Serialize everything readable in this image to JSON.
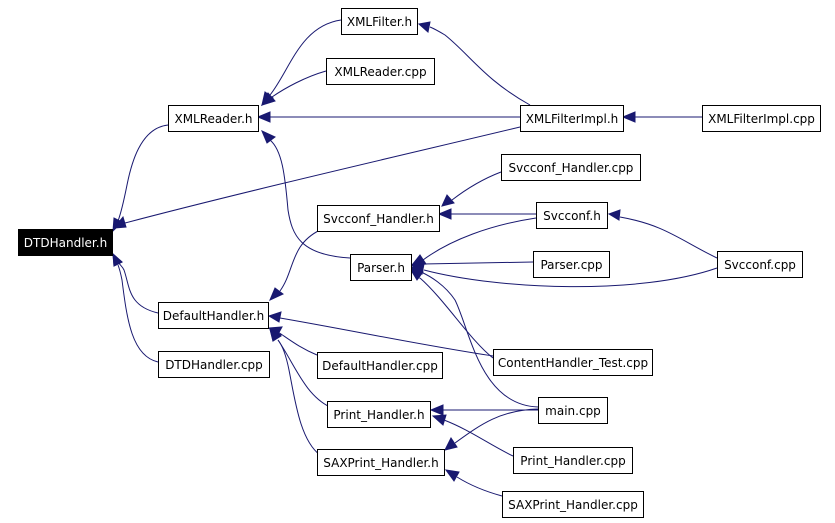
{
  "graph": {
    "current_file": "DTDHandler.h",
    "edge_color": "#191970",
    "nodes": [
      {
        "id": "dtdhandler_h",
        "label": "DTDHandler.h",
        "current": true
      },
      {
        "id": "xmlfilter_h",
        "label": "XMLFilter.h"
      },
      {
        "id": "xmlreader_cpp",
        "label": "XMLReader.cpp"
      },
      {
        "id": "xmlreader_h",
        "label": "XMLReader.h"
      },
      {
        "id": "xmlfilterimpl_h",
        "label": "XMLFilterImpl.h"
      },
      {
        "id": "xmlfilterimpl_cpp",
        "label": "XMLFilterImpl.cpp"
      },
      {
        "id": "svcconf_handler_cpp",
        "label": "Svcconf_Handler.cpp"
      },
      {
        "id": "svcconf_handler_h",
        "label": "Svcconf_Handler.h"
      },
      {
        "id": "svcconf_h",
        "label": "Svcconf.h"
      },
      {
        "id": "parser_h",
        "label": "Parser.h"
      },
      {
        "id": "parser_cpp",
        "label": "Parser.cpp"
      },
      {
        "id": "svcconf_cpp",
        "label": "Svcconf.cpp"
      },
      {
        "id": "defaulthandler_h",
        "label": "DefaultHandler.h"
      },
      {
        "id": "contenthandler_test_cpp",
        "label": "ContentHandler_Test.cpp"
      },
      {
        "id": "dtdhandler_cpp",
        "label": "DTDHandler.cpp"
      },
      {
        "id": "defaulthandler_cpp",
        "label": "DefaultHandler.cpp"
      },
      {
        "id": "print_handler_h",
        "label": "Print_Handler.h"
      },
      {
        "id": "main_cpp",
        "label": "main.cpp"
      },
      {
        "id": "print_handler_cpp",
        "label": "Print_Handler.cpp"
      },
      {
        "id": "saxprint_handler_h",
        "label": "SAXPrint_Handler.h"
      },
      {
        "id": "saxprint_handler_cpp",
        "label": "SAXPrint_Handler.cpp"
      }
    ],
    "edges": [
      {
        "from": "xmlreader_h",
        "to": "dtdhandler_h"
      },
      {
        "from": "xmlfilterimpl_h",
        "to": "dtdhandler_h"
      },
      {
        "from": "defaulthandler_h",
        "to": "dtdhandler_h"
      },
      {
        "from": "dtdhandler_cpp",
        "to": "dtdhandler_h"
      },
      {
        "from": "xmlfilter_h",
        "to": "xmlreader_h"
      },
      {
        "from": "xmlreader_cpp",
        "to": "xmlreader_h"
      },
      {
        "from": "xmlfilterimpl_h",
        "to": "xmlreader_h"
      },
      {
        "from": "parser_h",
        "to": "xmlreader_h"
      },
      {
        "from": "xmlfilterimpl_h",
        "to": "xmlfilter_h"
      },
      {
        "from": "xmlfilterimpl_cpp",
        "to": "xmlfilterimpl_h"
      },
      {
        "from": "svcconf_handler_cpp",
        "to": "svcconf_handler_h"
      },
      {
        "from": "svcconf_h",
        "to": "svcconf_handler_h"
      },
      {
        "from": "svcconf_cpp",
        "to": "svcconf_h"
      },
      {
        "from": "svcconf_h",
        "to": "parser_h"
      },
      {
        "from": "parser_cpp",
        "to": "parser_h"
      },
      {
        "from": "svcconf_cpp",
        "to": "parser_h"
      },
      {
        "from": "contenthandler_test_cpp",
        "to": "parser_h"
      },
      {
        "from": "main_cpp",
        "to": "parser_h"
      },
      {
        "from": "svcconf_handler_h",
        "to": "defaulthandler_h"
      },
      {
        "from": "contenthandler_test_cpp",
        "to": "defaulthandler_h"
      },
      {
        "from": "defaulthandler_cpp",
        "to": "defaulthandler_h"
      },
      {
        "from": "print_handler_h",
        "to": "defaulthandler_h"
      },
      {
        "from": "saxprint_handler_h",
        "to": "defaulthandler_h"
      },
      {
        "from": "main_cpp",
        "to": "print_handler_h"
      },
      {
        "from": "print_handler_cpp",
        "to": "print_handler_h"
      },
      {
        "from": "main_cpp",
        "to": "saxprint_handler_h"
      },
      {
        "from": "saxprint_handler_cpp",
        "to": "saxprint_handler_h"
      }
    ]
  }
}
